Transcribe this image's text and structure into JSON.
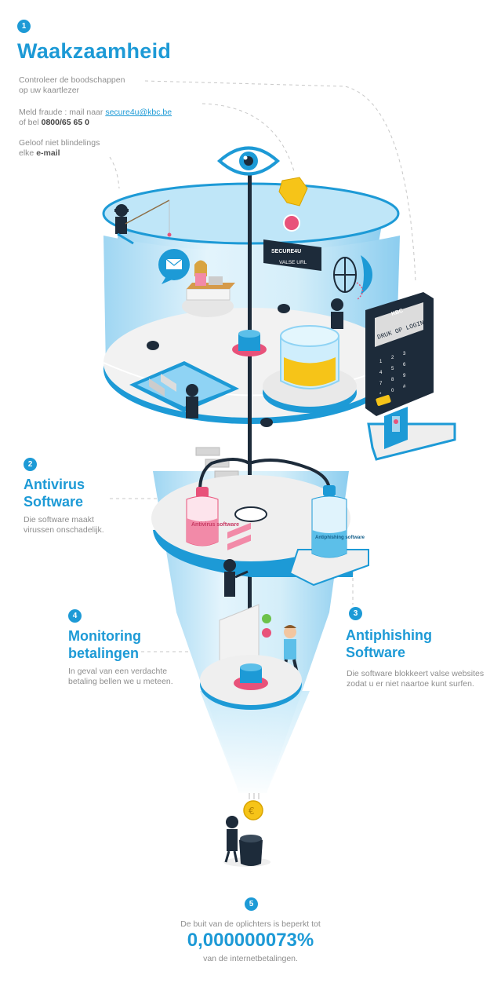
{
  "sections": {
    "s1": {
      "number": "1",
      "title": "Waakzaamheid",
      "tip1_line1": "Controleer de boodschappen",
      "tip1_line2": "op uw kaartlezer",
      "tip2_prefix": "Meld fraude : mail naar ",
      "tip2_email": "secure4u@kbc.be",
      "tip2_phone_prefix": "of bel ",
      "tip2_phone": "0800/65 65 0",
      "tip3_line1": "Geloof niet blindelings",
      "tip3_prefix": "elke ",
      "tip3_bold": "e-mail"
    },
    "s2": {
      "number": "2",
      "title_line1": "Antivirus",
      "title_line2": "Software",
      "desc_line1": "Die software maakt",
      "desc_line2": "virussen  onschadelijk."
    },
    "s3": {
      "number": "3",
      "title_line1": "Antiphishing",
      "title_line2": "Software",
      "desc_line1": "Die software blokkeert valse websites",
      "desc_line2": "zodat u er niet naartoe kunt surfen."
    },
    "s4": {
      "number": "4",
      "title_line1": "Monitoring",
      "title_line2": "betalingen",
      "desc_line1": "In geval van een verdachte",
      "desc_line2": "betaling bellen we u meteen."
    },
    "s5": {
      "number": "5",
      "line1": "De buit van de oplichters is beperkt tot",
      "figure": "0,000000073%",
      "line3": "van de internetbetalingen."
    }
  },
  "illustration": {
    "sign_brand": "SECURE4U",
    "sign_text": "VALSE URL",
    "reader_brand": "KBC",
    "reader_screen": "DRUK OP LOGIN",
    "bottle_antivirus": "Antivirus software",
    "bottle_antiphishing": "Antiphishing software",
    "coin_symbol": "€",
    "keypad": [
      "1",
      "2",
      "3",
      "4",
      "5",
      "6",
      "7",
      "8",
      "9",
      "*",
      "0",
      "#"
    ]
  },
  "colors": {
    "brand_blue": "#1d9ad6",
    "dark_navy": "#1d2b3a",
    "pink": "#e8527a",
    "yellow": "#f6c418",
    "grey_text": "#8e8e8e"
  }
}
